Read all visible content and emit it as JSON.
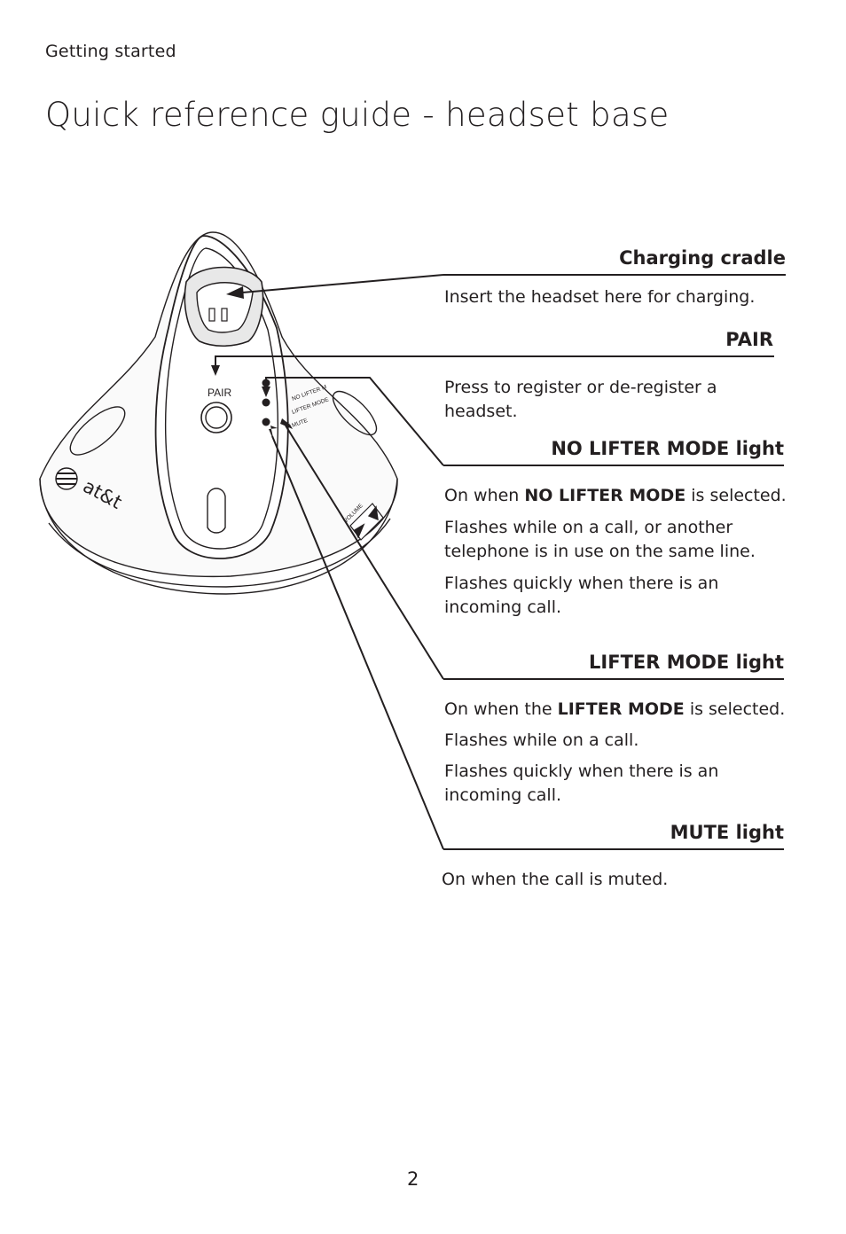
{
  "header": {
    "section": "Getting started",
    "title": "Quick reference guide - headset base"
  },
  "device": {
    "pair_label": "PAIR",
    "brand": "at&t",
    "led_labels": [
      "NO LIFTER M",
      "LIFTER MODE",
      "MUTE"
    ],
    "volume_label": "VOLUME"
  },
  "callouts": {
    "charging": {
      "heading": "Charging cradle",
      "text": "Insert the headset here for charging."
    },
    "pair": {
      "heading": "PAIR",
      "text": "Press to register or de-register a headset."
    },
    "no_lifter": {
      "heading": "NO LIFTER MODE light",
      "p1_pre": "On when ",
      "p1_bold": "NO LIFTER MODE",
      "p1_post": " is selected.",
      "p2": "Flashes while on a call, or another telephone is in use on the same line.",
      "p3": "Flashes quickly when there is an incoming call."
    },
    "lifter": {
      "heading": "LIFTER MODE light",
      "p1_pre": "On when the ",
      "p1_bold": "LIFTER MODE",
      "p1_post": " is selected.",
      "p2": "Flashes while on a call.",
      "p3": "Flashes quickly when there is an incoming call."
    },
    "mute": {
      "heading": "MUTE light",
      "text": "On when the call is muted."
    }
  },
  "footer": {
    "page_number": "2"
  }
}
